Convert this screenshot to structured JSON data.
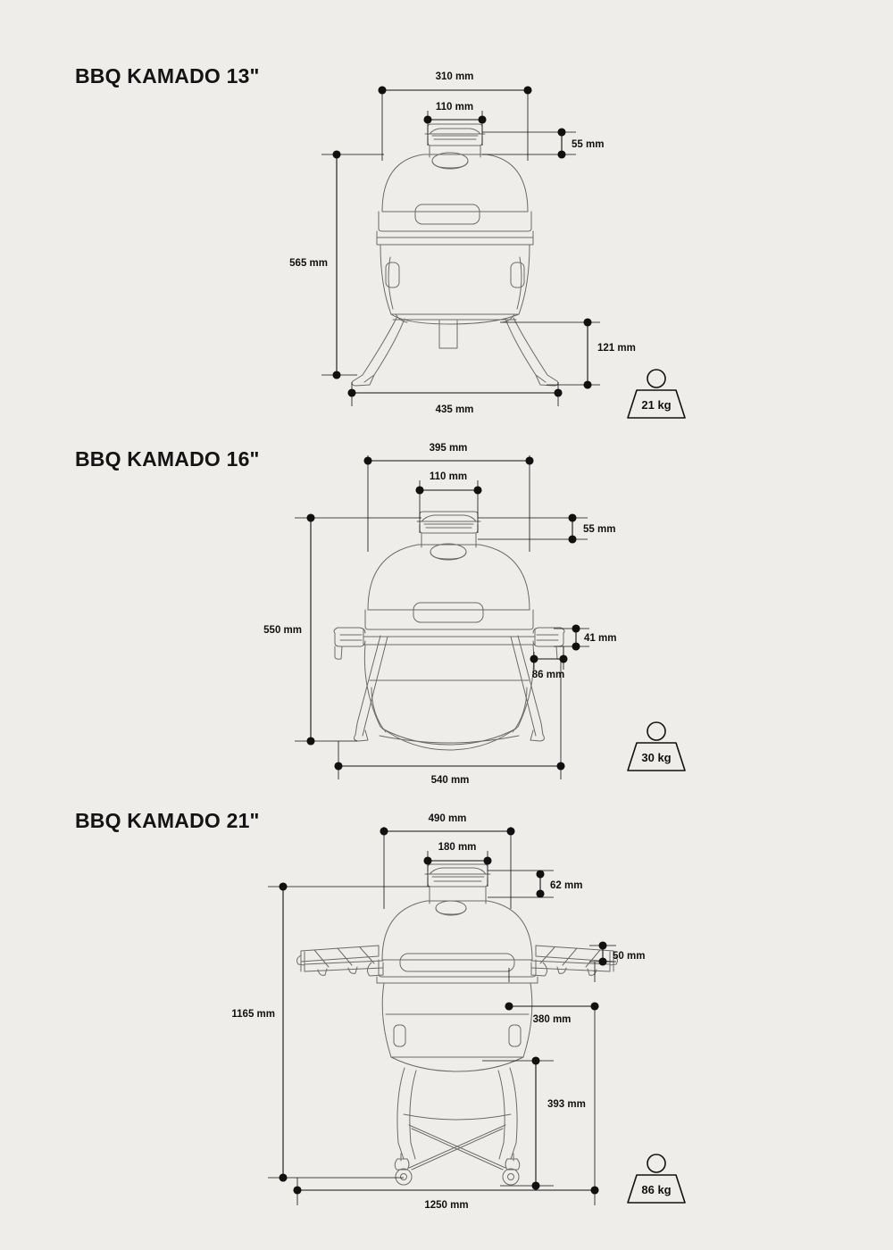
{
  "document": {
    "background_color": "#efedea",
    "line_color": "#6b6b6b",
    "dimension_color": "#111111"
  },
  "sections": [
    {
      "id": "kamado-13",
      "title": "BBQ KAMADO 13\"",
      "weight": "21 kg",
      "dimensions": {
        "top_width": "310 mm",
        "cap_width": "110 mm",
        "cap_height": "55 mm",
        "total_height": "565 mm",
        "leg_height": "121 mm",
        "base_width": "435 mm"
      }
    },
    {
      "id": "kamado-16",
      "title": "BBQ KAMADO 16\"",
      "weight": "30 kg",
      "dimensions": {
        "top_width": "395 mm",
        "cap_width": "110 mm",
        "cap_height": "55 mm",
        "total_height": "550 mm",
        "shelf_height": "41 mm",
        "shelf_depth": "86 mm",
        "base_width": "540 mm"
      }
    },
    {
      "id": "kamado-21",
      "title": "BBQ KAMADO 21\"",
      "weight": "86 kg",
      "dimensions": {
        "top_width": "490 mm",
        "cap_width": "180 mm",
        "cap_height": "62 mm",
        "shelf_height": "50 mm",
        "shelf_width": "380 mm",
        "total_height": "1165 mm",
        "cart_height": "393 mm",
        "base_width": "1250 mm"
      }
    }
  ]
}
